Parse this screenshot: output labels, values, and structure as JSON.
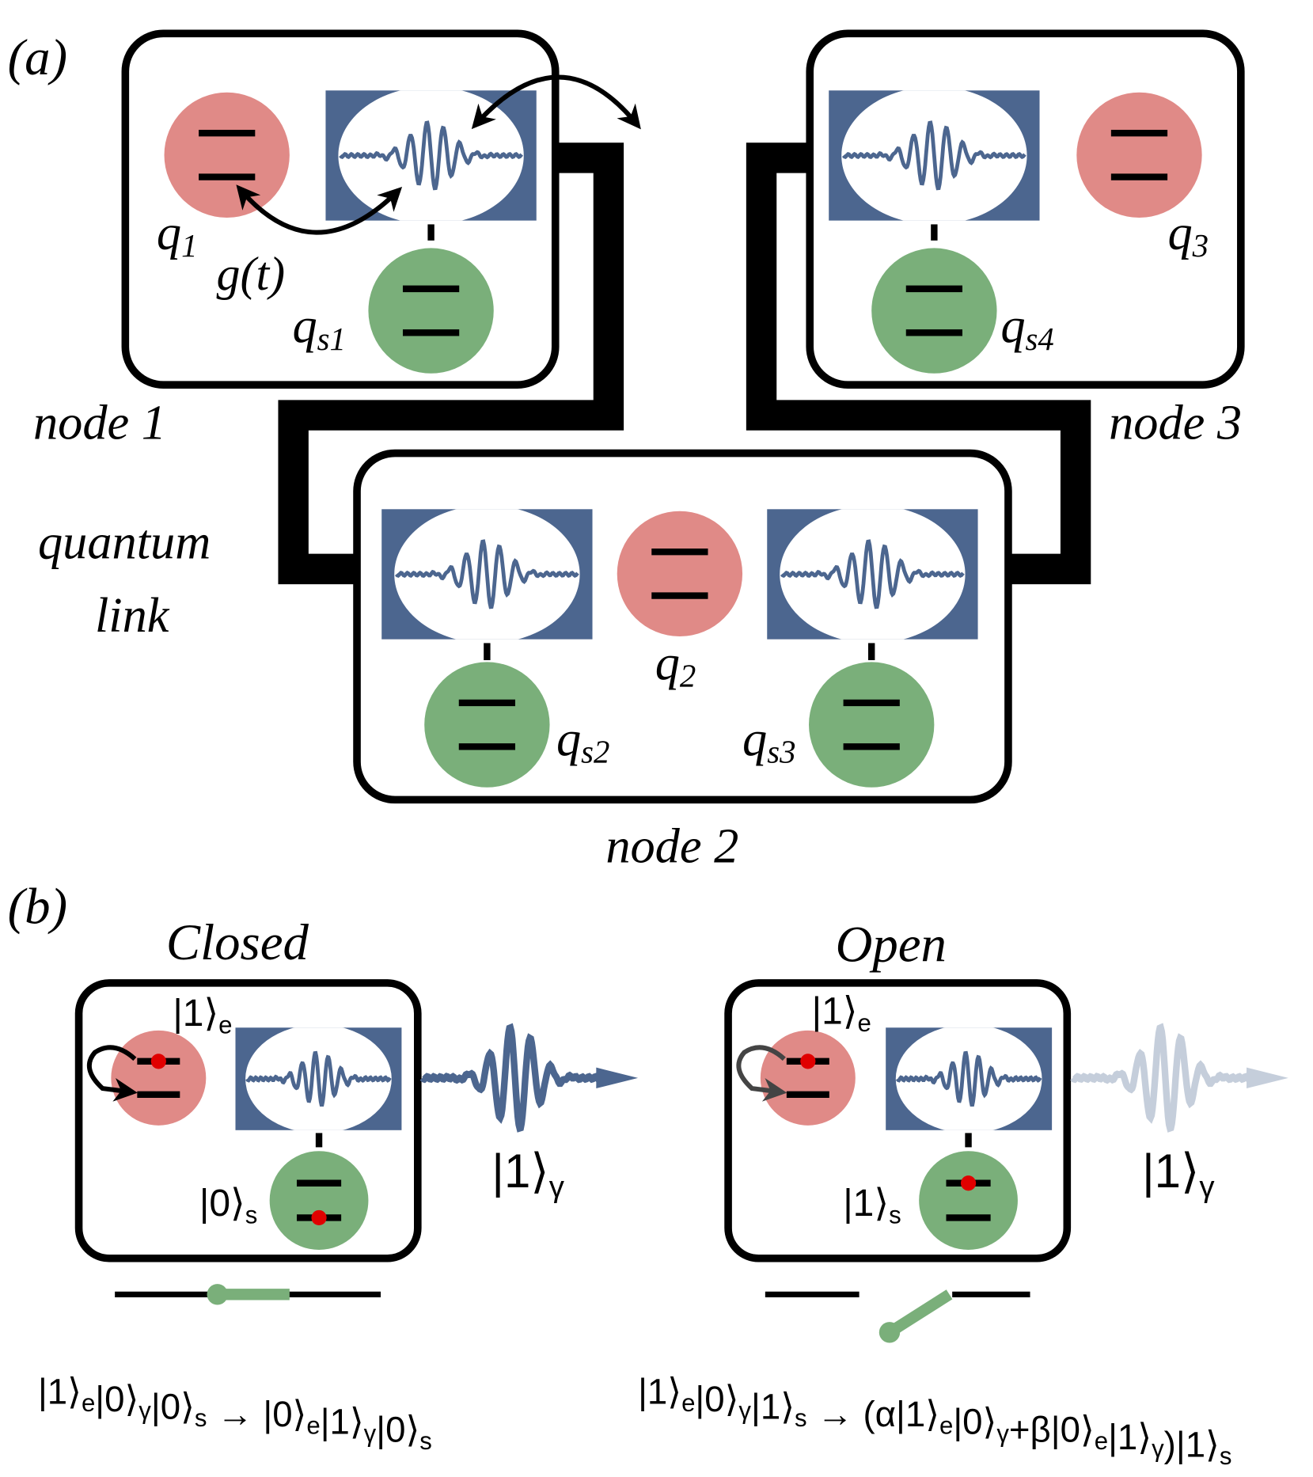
{
  "colors": {
    "qubit": "#E08A87",
    "storage_qubit": "#7AAF7A",
    "cavity": "#4C668F",
    "photon_faded": "#C5CEDB",
    "excitation": "#E00000",
    "switch": "#7AAF7A"
  },
  "panel_a": {
    "label": "(a)",
    "nodes": [
      {
        "name": "node 1",
        "qubit": "q",
        "qubit_sub": "1",
        "storage": "q",
        "storage_sub": "s1"
      },
      {
        "name": "node 2",
        "qubit": "q",
        "qubit_sub": "2",
        "storage_left": "q",
        "storage_left_sub": "s2",
        "storage_right": "q",
        "storage_right_sub": "s3"
      },
      {
        "name": "node 3",
        "qubit": "q",
        "qubit_sub": "3",
        "storage": "q",
        "storage_sub": "s4"
      }
    ],
    "coupling": "g(t)",
    "link_label_line1": "quantum",
    "link_label_line2": "link"
  },
  "panel_b": {
    "label": "(b)",
    "closed": {
      "title": "Closed",
      "emitter_state": {
        "ket": "|1⟩",
        "sub": "e"
      },
      "storage_state": {
        "ket": "|0⟩",
        "sub": "s"
      },
      "photon_state": {
        "ket": "|1⟩",
        "sub": "γ"
      },
      "switch": "closed",
      "equation": [
        {
          "t": "|1⟩",
          "s": "e"
        },
        {
          "t": "|0⟩",
          "s": "γ"
        },
        {
          "t": "|0⟩",
          "s": "s"
        },
        {
          "t": " → ",
          "s": ""
        },
        {
          "t": "|0⟩",
          "s": "e"
        },
        {
          "t": "|1⟩",
          "s": "γ"
        },
        {
          "t": "|0⟩",
          "s": "s"
        }
      ]
    },
    "open": {
      "title": "Open",
      "emitter_state": {
        "ket": "|1⟩",
        "sub": "e"
      },
      "storage_state": {
        "ket": "|1⟩",
        "sub": "s"
      },
      "photon_state": {
        "ket": "|1⟩",
        "sub": "γ"
      },
      "switch": "open",
      "equation": [
        {
          "t": "|1⟩",
          "s": "e"
        },
        {
          "t": "|0⟩",
          "s": "γ"
        },
        {
          "t": "|1⟩",
          "s": "s"
        },
        {
          "t": " → (α",
          "s": ""
        },
        {
          "t": "|1⟩",
          "s": "e"
        },
        {
          "t": "|0⟩",
          "s": "γ"
        },
        {
          "t": "+β",
          "s": ""
        },
        {
          "t": "|0⟩",
          "s": "e"
        },
        {
          "t": "|1⟩",
          "s": "γ"
        },
        {
          "t": ")",
          "s": ""
        },
        {
          "t": "|1⟩",
          "s": "s"
        }
      ]
    }
  }
}
